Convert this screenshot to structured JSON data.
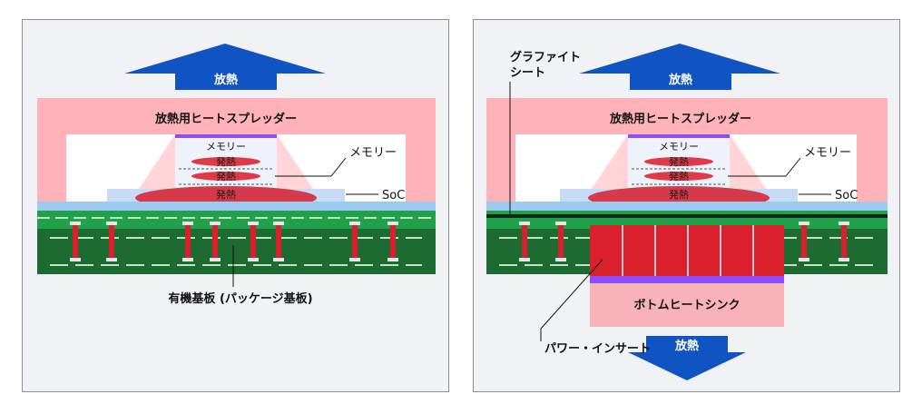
{
  "left_panel": {
    "heat_arrow_label": "放熱",
    "spreader_label": "放熱用ヒートスプレッダー",
    "memory_label": "メモリー",
    "hot_label_1": "発熱",
    "hot_label_2": "発熱",
    "hot_label_3": "発熱",
    "memory_callout": "メモリー",
    "soc_callout": "SoC",
    "substrate_callout": "有機基板 (パッケージ基板)"
  },
  "right_panel": {
    "graphite_callout_line1": "グラファイト",
    "graphite_callout_line2": "シート",
    "heat_arrow_label": "放熱",
    "spreader_label": "放熱用ヒートスプレッダー",
    "memory_label": "メモリー",
    "hot_label_1": "発熱",
    "hot_label_2": "発熱",
    "hot_label_3": "発熱",
    "memory_callout": "メモリー",
    "soc_callout": "SoC",
    "bottom_sink_label": "ボトムヒートシンク",
    "power_insert_callout": "パワー・インサート",
    "bottom_arrow_label": "放熱"
  },
  "colors": {
    "arrow_blue": "#1054c4",
    "spreader_pink": "#ffb3b8",
    "substrate_green": "#1d6b30",
    "substrate_green_light": "#23a04a",
    "hot_red": "#e03a46",
    "memory_purple": "#8a4dff",
    "soc_blue": "#c7dbf5",
    "power_insert_red": "#d9202c",
    "bottom_sink_pink": "#f8b3b8"
  }
}
